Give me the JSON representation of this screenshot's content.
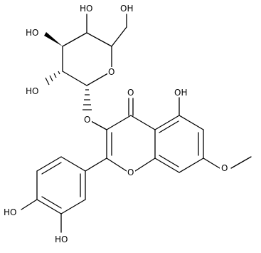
{
  "molecule": {
    "labels": {
      "ho_sugar_top": "HO",
      "oh_ch2": "OH",
      "ho_sugar_left": "HO",
      "ring_o_sugar": "O",
      "ho_sugar_c2": "HO",
      "glycosidic_o": "O",
      "carbonyl_o": "O",
      "oh_c5": "OH",
      "ring_o_chromone": "O",
      "methoxy_o": "O",
      "ho_catechol_1": "HO",
      "ho_catechol_2": "HO"
    }
  }
}
